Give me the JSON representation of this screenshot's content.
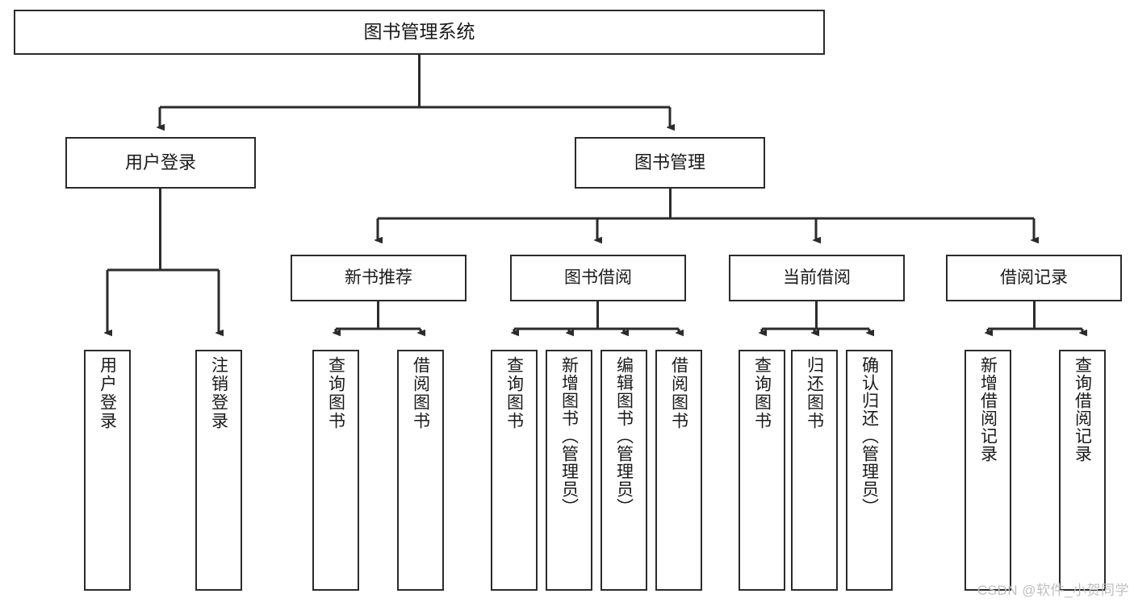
{
  "diagram": {
    "type": "tree-hierarchy",
    "title": "图书管理系统",
    "stroke_color": "#2b2b2b",
    "background_color": "#ffffff",
    "text_color": "#1a1a1a",
    "root": {
      "label": "图书管理系统"
    },
    "level2": [
      {
        "label": "用户登录"
      },
      {
        "label": "图书管理"
      }
    ],
    "level3": [
      {
        "label": "新书推荐"
      },
      {
        "label": "图书借阅"
      },
      {
        "label": "当前借阅"
      },
      {
        "label": "借阅记录"
      }
    ],
    "leaves": {
      "user_login": [
        {
          "label": "用户登录"
        },
        {
          "label": "注销登录"
        }
      ],
      "new_book_recommend": [
        {
          "label": "查询图书"
        },
        {
          "label": "借阅图书"
        }
      ],
      "book_borrow": [
        {
          "label": "查询图书"
        },
        {
          "label": "新增图书（管理员）"
        },
        {
          "label": "编辑图书（管理员）"
        },
        {
          "label": "借阅图书"
        }
      ],
      "current_borrow": [
        {
          "label": "查询图书"
        },
        {
          "label": "归还图书"
        },
        {
          "label": "确认归还（管理员）"
        }
      ],
      "borrow_record": [
        {
          "label": "新增借阅记录"
        },
        {
          "label": "查询借阅记录"
        }
      ]
    }
  },
  "watermark": {
    "text": "CSDN @软件_小贺同学",
    "color": "#bfbfbf"
  }
}
